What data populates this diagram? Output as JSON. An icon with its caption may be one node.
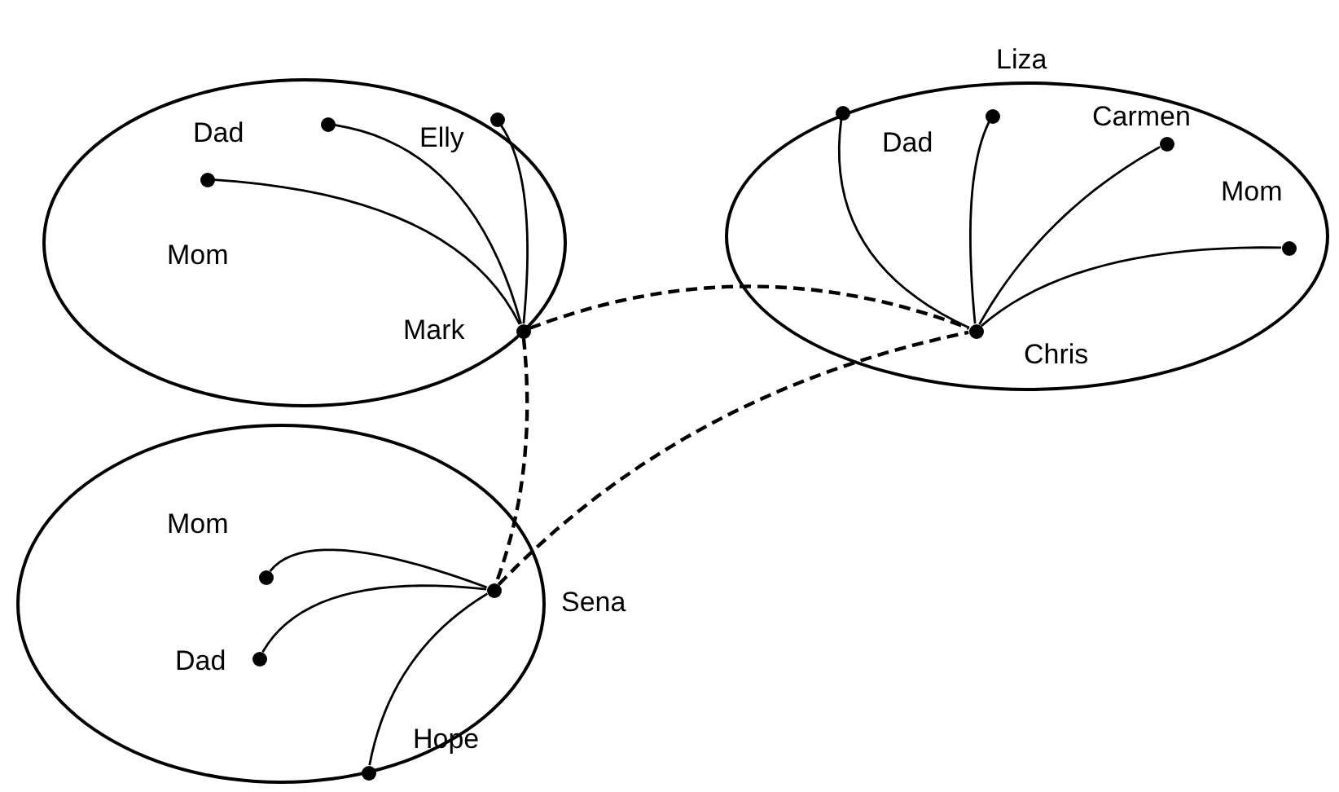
{
  "diagram": {
    "nodes": [
      {
        "text": [],
        "shape": "ellipse"
      },
      {
        "text": [
          "Dad"
        ],
        "in": 0
      },
      {
        "text": [
          "Elly"
        ],
        "in": 0
      },
      {
        "text": [
          "Mom"
        ],
        "in": 0
      },
      {
        "text": [
          "Mark"
        ],
        "in": 0
      },
      {
        "text": [],
        "shape": "ellipse"
      },
      {
        "text": [
          "Dad"
        ],
        "in": 5
      },
      {
        "text": [
          "Liza"
        ],
        "in": 5
      },
      {
        "text": [
          "Carmen"
        ],
        "in": 5
      },
      {
        "text": [
          "Mom"
        ],
        "in": 5
      },
      {
        "text": [
          "Chris"
        ],
        "in": 5
      },
      {
        "text": [],
        "shape": "ellipse"
      },
      {
        "text": [
          "Mom"
        ],
        "in": 11
      },
      {
        "text": [
          "Sena"
        ],
        "in": 11
      },
      {
        "text": [
          "Dad"
        ],
        "in": 11
      },
      {
        "text": [
          "Hope"
        ],
        "in": 11
      }
    ],
    "edges": [
      {
        "from": 1,
        "to": 4,
        "arrow": "none"
      },
      {
        "from": 2,
        "to": 4,
        "arrow": "none"
      },
      {
        "from": 3,
        "to": 4,
        "arrow": "none"
      },
      {
        "from": 6,
        "to": 10,
        "arrow": "none"
      },
      {
        "from": 7,
        "to": 10,
        "arrow": "none"
      },
      {
        "from": 8,
        "to": 10,
        "arrow": "none"
      },
      {
        "from": 9,
        "to": 10,
        "arrow": "none"
      },
      {
        "from": 12,
        "to": 13,
        "arrow": "none"
      },
      {
        "from": 14,
        "to": 13,
        "arrow": "none"
      },
      {
        "from": 15,
        "to": 13,
        "arrow": "none"
      },
      {
        "from": 4,
        "to": 10,
        "arrow": "none",
        "style": "dashed"
      },
      {
        "from": 4,
        "to": 13,
        "arrow": "none",
        "style": "dashed"
      },
      {
        "from": 13,
        "to": 10,
        "arrow": "none",
        "style": "dashed"
      }
    ]
  }
}
